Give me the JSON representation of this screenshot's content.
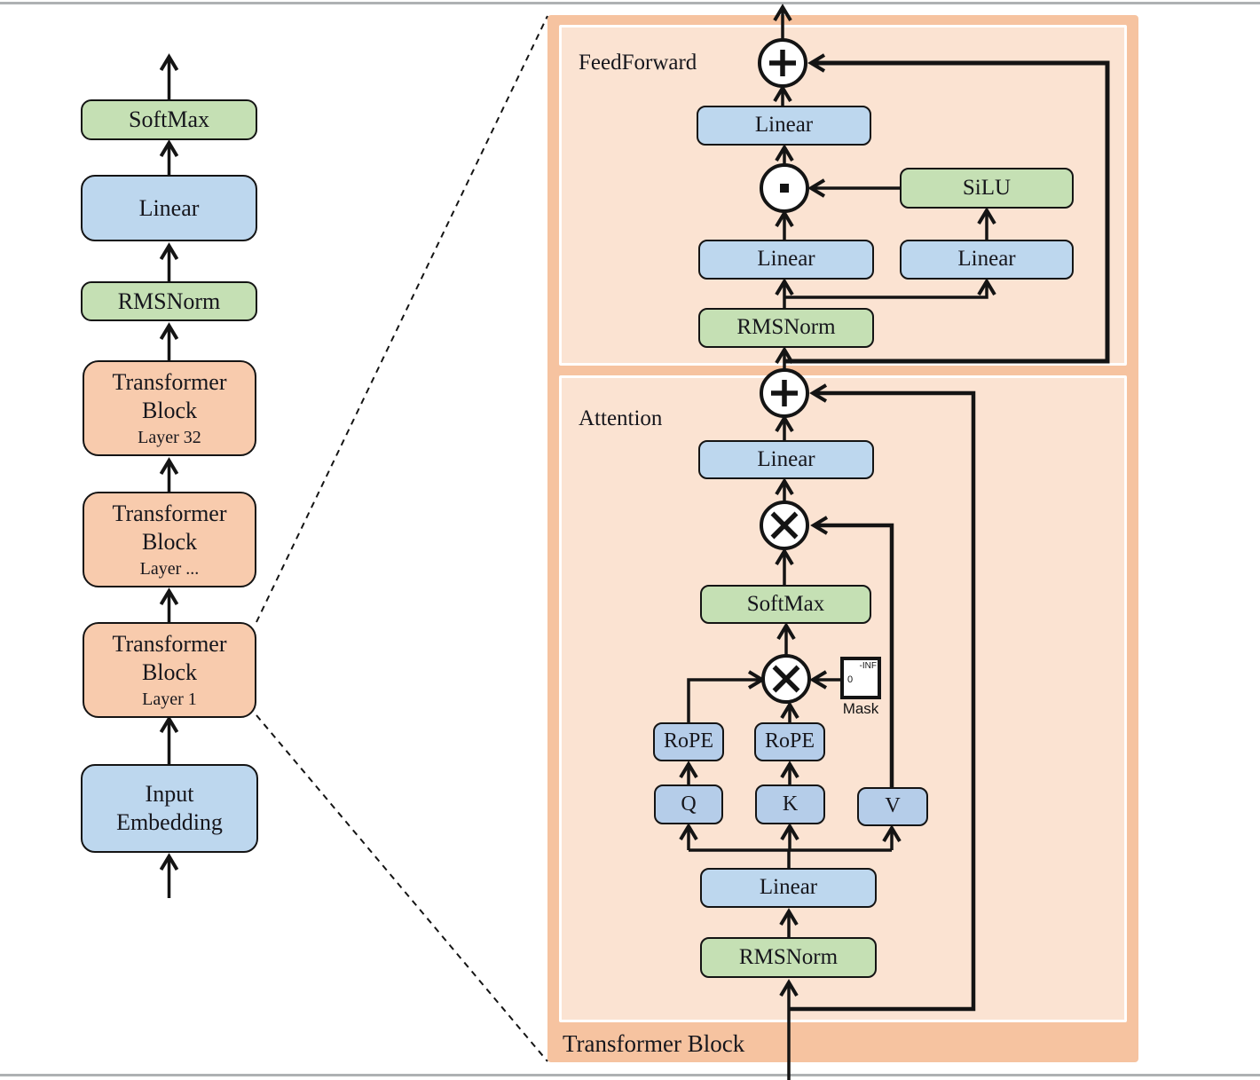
{
  "diagram_title": "Transformer Block",
  "colors": {
    "green_box": "#c5e0b4",
    "blue_box": "#bdd7ee",
    "blue_small_box": "#b5cde9",
    "orange_box": "#f8cbad",
    "panel_outer": "#f6c3a0",
    "panel_inner": "#fbe3d2",
    "line": "#141414",
    "rule_gray": "#aeb1b3"
  },
  "left_stack": {
    "softmax": "SoftMax",
    "linear": "Linear",
    "rmsnorm": "RMSNorm",
    "transformer_line1": "Transformer",
    "transformer_line2": "Block",
    "layer_top": "Layer 32",
    "layer_mid": "Layer ...",
    "layer_bottom": "Layer 1",
    "input_line1": "Input",
    "input_line2": "Embedding"
  },
  "panel": {
    "title": "Transformer Block",
    "feedforward": {
      "label": "FeedForward",
      "linear": "Linear",
      "silu": "SiLU",
      "rmsnorm": "RMSNorm"
    },
    "attention": {
      "label": "Attention",
      "linear": "Linear",
      "softmax": "SoftMax",
      "rope": "RoPE",
      "q": "Q",
      "k": "K",
      "v": "V",
      "rmsnorm": "RMSNorm",
      "mask": {
        "label": "Mask",
        "upper": "-INF",
        "lower": "0"
      }
    }
  }
}
